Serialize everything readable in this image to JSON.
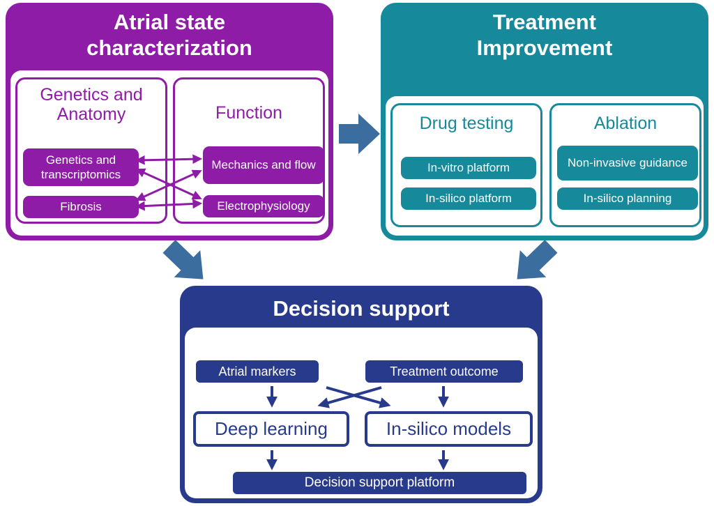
{
  "colors": {
    "purple": "#8E1CA6",
    "teal": "#16899B",
    "blue": "#283A8C",
    "arrow": "#3C6D9F"
  },
  "atrial": {
    "title": "Atrial state characterization",
    "genetics": {
      "title": "Genetics and Anatomy",
      "items": [
        "Genetics and transcriptomics",
        "Fibrosis"
      ]
    },
    "function": {
      "title": "Function",
      "items": [
        "Mechanics and flow",
        "Electrophysiology"
      ]
    }
  },
  "treatment": {
    "title": "Treatment Improvement",
    "drug": {
      "title": "Drug testing",
      "items": [
        "In-vitro platform",
        "In-silico platform"
      ]
    },
    "ablation": {
      "title": "Ablation",
      "items": [
        "Non-invasive guidance",
        "In-silico planning"
      ]
    }
  },
  "decision": {
    "title": "Decision support",
    "inputs": [
      "Atrial markers",
      "Treatment outcome"
    ],
    "engines": [
      "Deep learning",
      "In-silico models"
    ],
    "platform": "Decision support platform"
  }
}
